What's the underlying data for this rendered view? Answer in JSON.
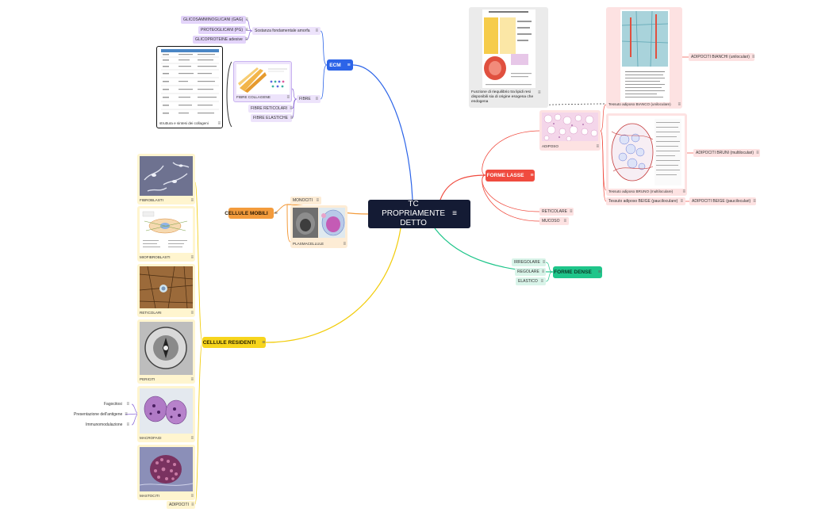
{
  "root": {
    "title": "TC PROPRIAMENTE DETTO"
  },
  "ecm": {
    "label": "ECM",
    "sostanza": "Sostanza fondamentale amorfa",
    "gag": "GLICOSAMMINOGLICANI (GAG)",
    "pg": "PROTEOGLICANI (PG)",
    "glicoproteine": "GLICOPROTEINE adesive",
    "fibre": "FIBRE",
    "fibre_collagene": "FIBRE COLLAGENE",
    "fibre_reticolari": "FIBRE RETICOLARI",
    "fibre_elastiche": "FIBRE ELASTICHE",
    "collageni_caption": "struttura e sintesi dei collageni"
  },
  "forme_lasse": {
    "label": "FORME LASSE",
    "adiposo": "ADIPOSO",
    "reticolare": "RETICOLARE",
    "mucoso": "MUCOSO",
    "funzione": "Funzione di riequilibrio tra lipidi resi disponibili sia di origine esogena che endogena",
    "bianco": "Tessuto adiposo BIANCO (uniloculare)",
    "adipociti_bianchi": "ADIPOCITI BIANCHI (uniloculari)",
    "bruno": "Tessuto adiposo BRUNO (multiloculare)",
    "adipociti_bruni": "ADIPOCITI BRUNI (multiloculari)",
    "beige": "Tessuto adiposo BEIGE (paucilocuIare)",
    "adipociti_beige": "ADIPOCITI BEIGE (pauciloculari)"
  },
  "forme_dense": {
    "label": "FORME DENSE",
    "irregolare": "IRREGOLARE",
    "regolare": "REGOLARE",
    "elastico": "ELASTICO"
  },
  "cellule_mobili": {
    "label": "CELLULE MOBILI",
    "monociti": "MONOCITI",
    "plasmacellule": "PLASMACELLULE"
  },
  "cellule_residenti": {
    "label": "CELLULE RESIDENTI",
    "fibroblasti": "FIBROBLASTI",
    "miofibroblasti": "MIOFIBROBLASTI",
    "reticolari": "RETICOLARI",
    "periciti": "PERICITI",
    "macrofagi": "MACROFAGI",
    "mastociti": "MASTOCITI",
    "adipociti": "ADIPOCITI",
    "fagocitosi": "Fagocitosi",
    "presentazione": "Presentazione dell'antigene",
    "immunomodulazione": "Immunomodulazione"
  },
  "icons": {
    "menu": "≡"
  },
  "colors": {
    "root": "#141b34",
    "ecm": "#2c64e8",
    "forme_lasse": "#f04b3f",
    "forme_dense": "#1fc58a",
    "cellule_mobili": "#f39b3c",
    "cellule_residenti": "#f7d51d",
    "purple_node": "#ede3fb"
  }
}
